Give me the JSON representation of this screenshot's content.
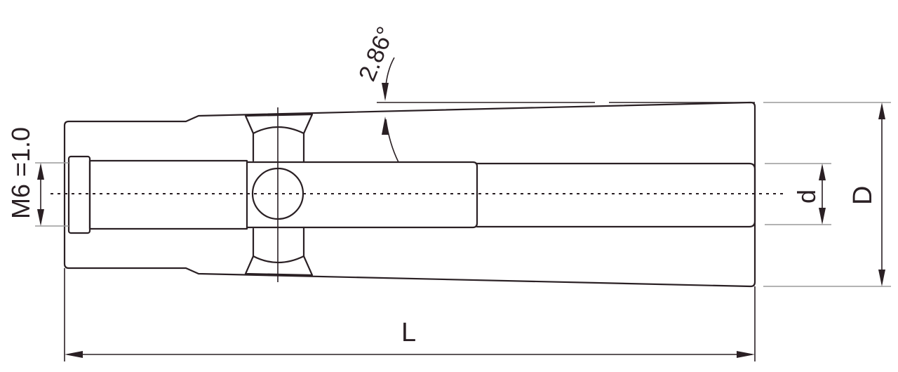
{
  "labels": {
    "thread": "M6 =1.0",
    "angle": "2.86°",
    "bore_diameter": "d",
    "outer_diameter": "D",
    "length": "L"
  },
  "colors": {
    "line": "#2a2024",
    "extension_line": "#9a9a9a",
    "background": "#ffffff"
  }
}
